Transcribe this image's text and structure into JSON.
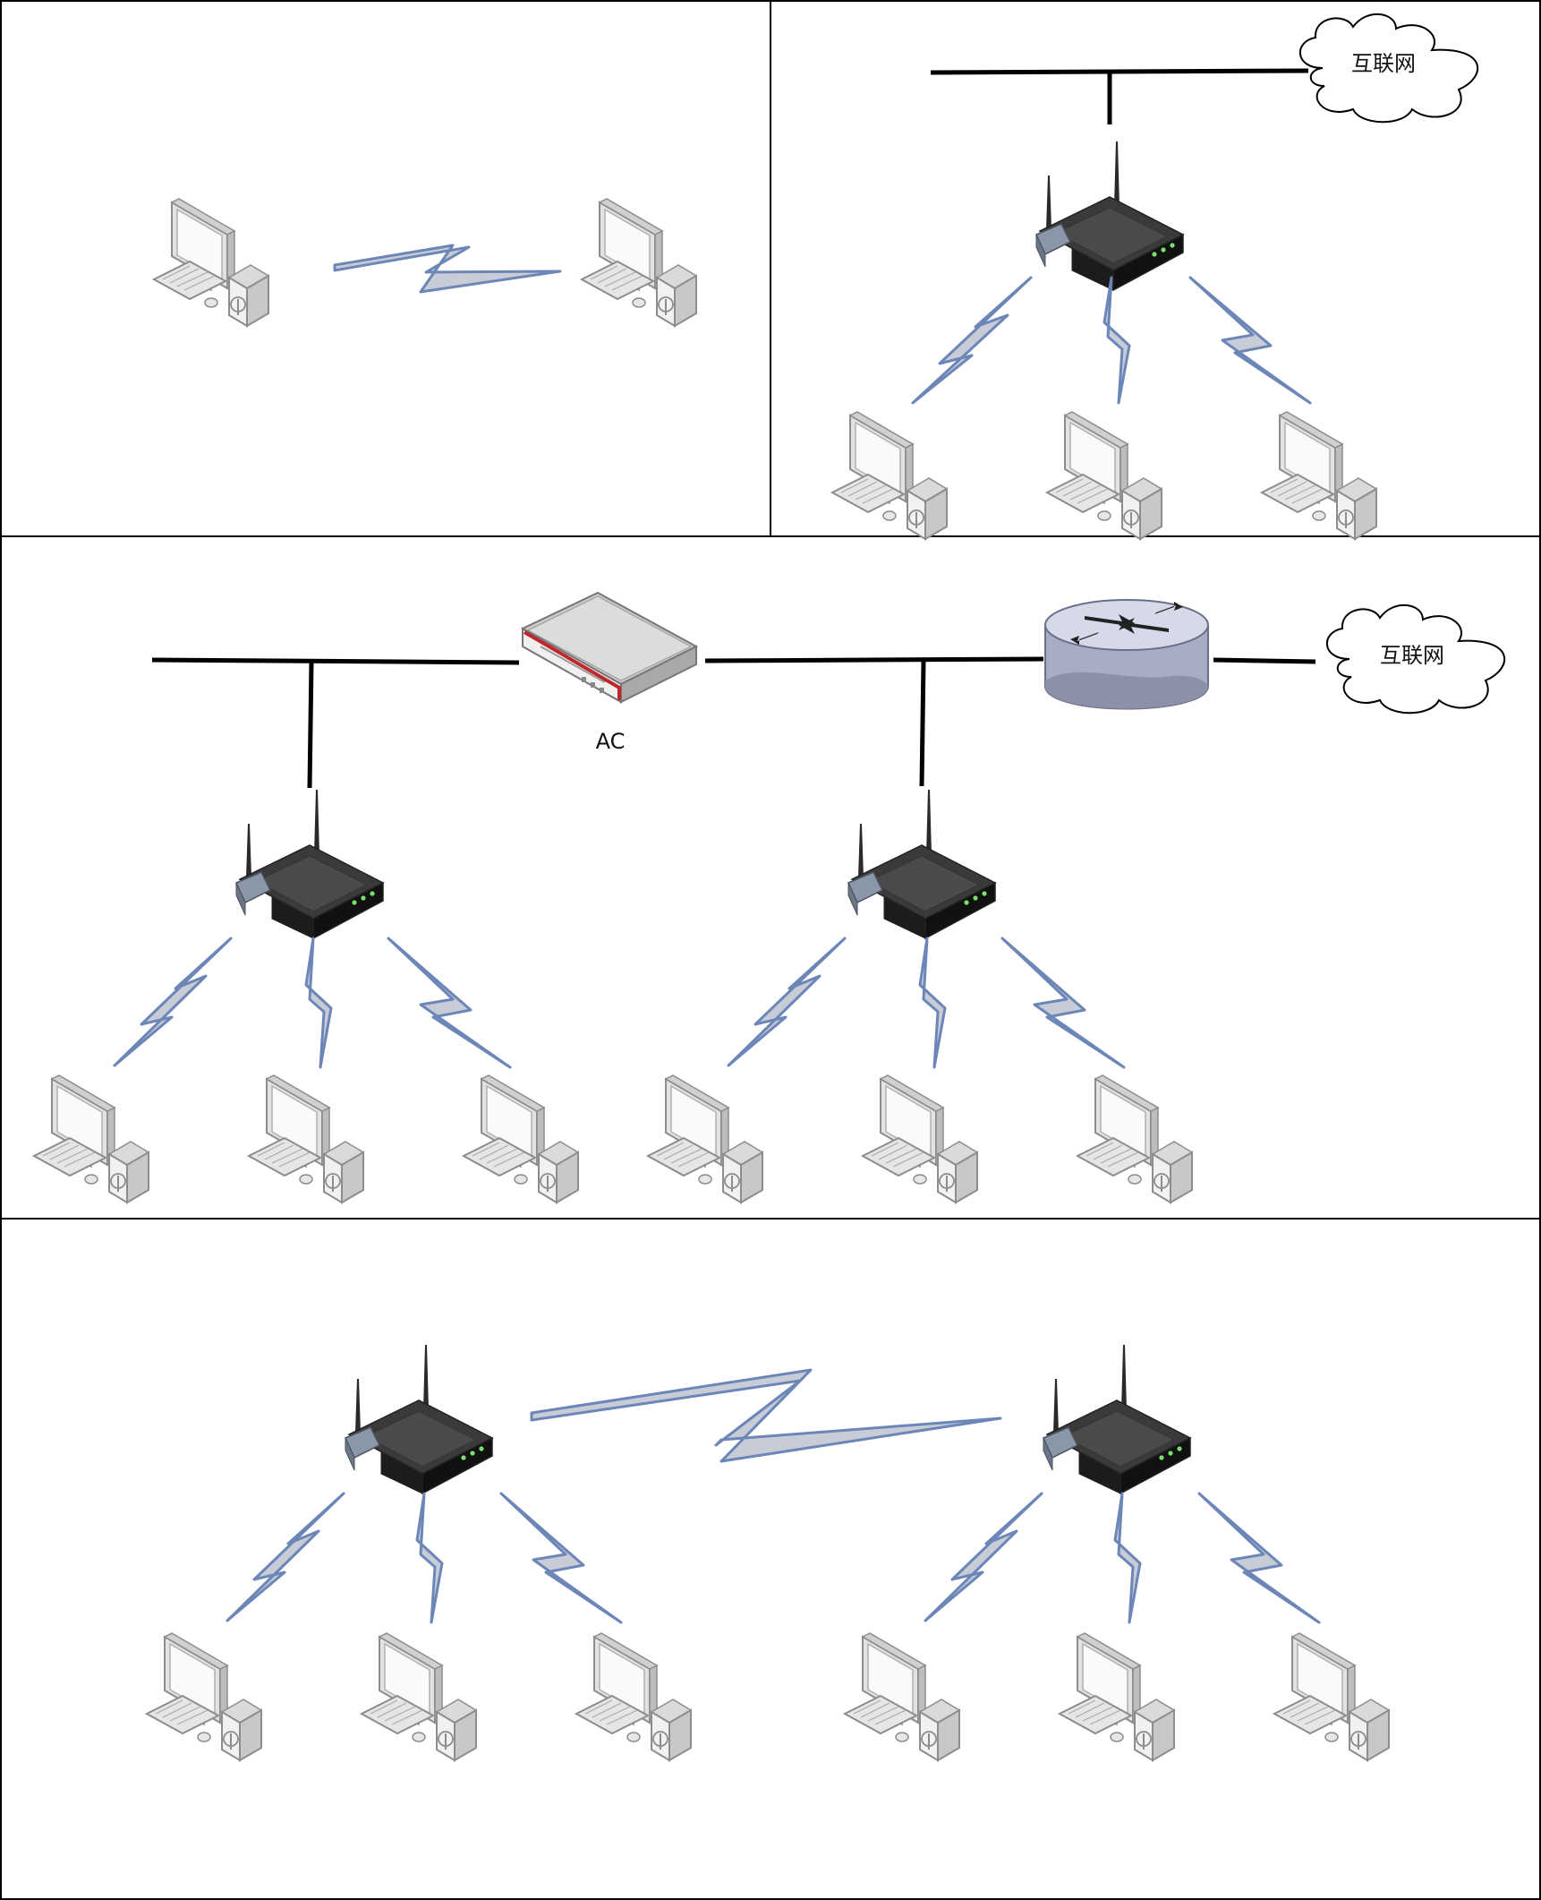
{
  "panels": [
    {
      "id": "adhoc"
    },
    {
      "id": "single-ap"
    },
    {
      "id": "ac-managed"
    },
    {
      "id": "wireless-bridge"
    }
  ],
  "labels": {
    "internet_1": "互联网",
    "internet_2": "互联网",
    "ac": "AC"
  },
  "colors": {
    "border": "#000000",
    "lightning_fill": "#c8ccd6",
    "lightning_stroke": "#6c86b8",
    "cable": "#000000",
    "ac_accent": "#c0272d"
  }
}
